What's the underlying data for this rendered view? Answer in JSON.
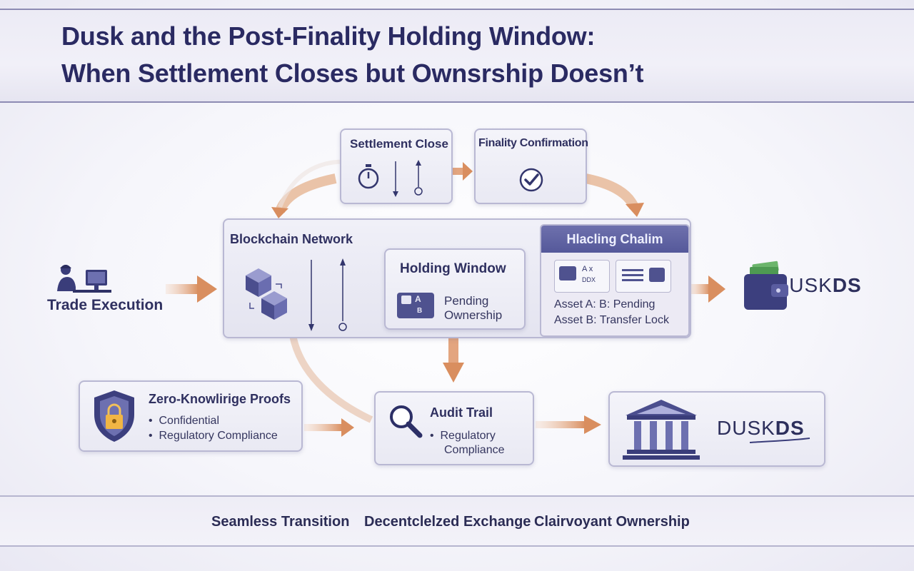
{
  "title": {
    "line1": "Dusk and the Post-Finality Holding Window:",
    "line2": "When Settlement Closes but Ownsrship Doesn’t"
  },
  "nodes": {
    "trade_execution": "Trade Execution",
    "settlement_close": "Settlement Close",
    "finality_confirmation": "Finality Confirmation",
    "blockchain_network": "Blockchain Network",
    "holding_window": {
      "title": "Holding Window",
      "line1": "Pending",
      "line2": "Ownership",
      "icon_letters": "A",
      "icon_letters2": "B"
    },
    "holding_chain": {
      "title": "Hlacling Chalim",
      "row1": "Asset A:  B: Pending",
      "row2": "Asset B:  Transfer Lock",
      "mini_text1": "A  x",
      "mini_text2": "DDX"
    },
    "zk_proofs": {
      "title": "Zero-Knowlirige Proofs",
      "bullet1": "Confidential",
      "bullet2": "Regulatory Compliance"
    },
    "audit_trail": {
      "title": "Audit Trail",
      "bullet1": "Regulatory",
      "bullet2": "Compliance"
    },
    "brand_top": {
      "light": "USK",
      "bold": "DS",
      "prefix": "D"
    },
    "brand_bottom": {
      "light": "DUSK",
      "bold": "DS"
    }
  },
  "footer": [
    "Seamless Transition",
    "Decentclelzed Exchange",
    "Clairvoyant Ownership"
  ],
  "colors": {
    "arrow": "#e0a27c",
    "arrow_dark": "#d48a5c",
    "navy": "#3a3d7a",
    "header_fill": "#5c5f9e"
  }
}
